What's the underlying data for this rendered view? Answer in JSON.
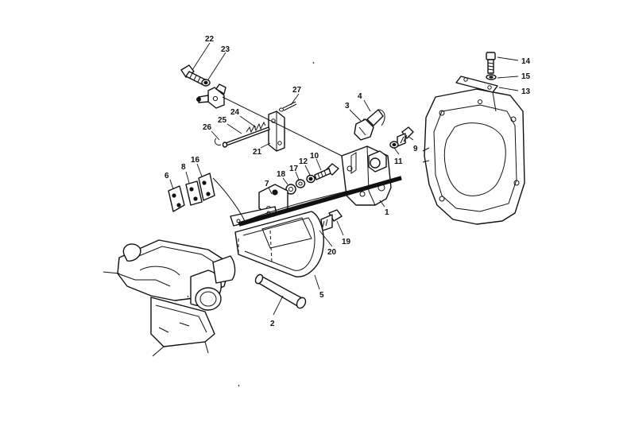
{
  "callouts": [
    {
      "id": "22",
      "text": "22"
    },
    {
      "id": "23",
      "text": "23"
    },
    {
      "id": "27",
      "text": "27"
    },
    {
      "id": "24",
      "text": "24"
    },
    {
      "id": "25",
      "text": "25"
    },
    {
      "id": "26",
      "text": "26"
    },
    {
      "id": "21",
      "text": "21"
    },
    {
      "id": "4",
      "text": "4"
    },
    {
      "id": "3",
      "text": "3"
    },
    {
      "id": "9",
      "text": "9"
    },
    {
      "id": "11",
      "text": "11"
    },
    {
      "id": "10",
      "text": "10"
    },
    {
      "id": "12",
      "text": "12"
    },
    {
      "id": "17",
      "text": "17"
    },
    {
      "id": "18",
      "text": "18"
    },
    {
      "id": "7",
      "text": "7"
    },
    {
      "id": "1",
      "text": "1"
    },
    {
      "id": "6",
      "text": "6"
    },
    {
      "id": "8",
      "text": "8"
    },
    {
      "id": "16",
      "text": "16"
    },
    {
      "id": "19",
      "text": "19"
    },
    {
      "id": "20",
      "text": "20"
    },
    {
      "id": "5",
      "text": "5"
    },
    {
      "id": "2",
      "text": "2"
    },
    {
      "id": "14",
      "text": "14"
    },
    {
      "id": "15",
      "text": "15"
    },
    {
      "id": "13",
      "text": "13"
    }
  ]
}
